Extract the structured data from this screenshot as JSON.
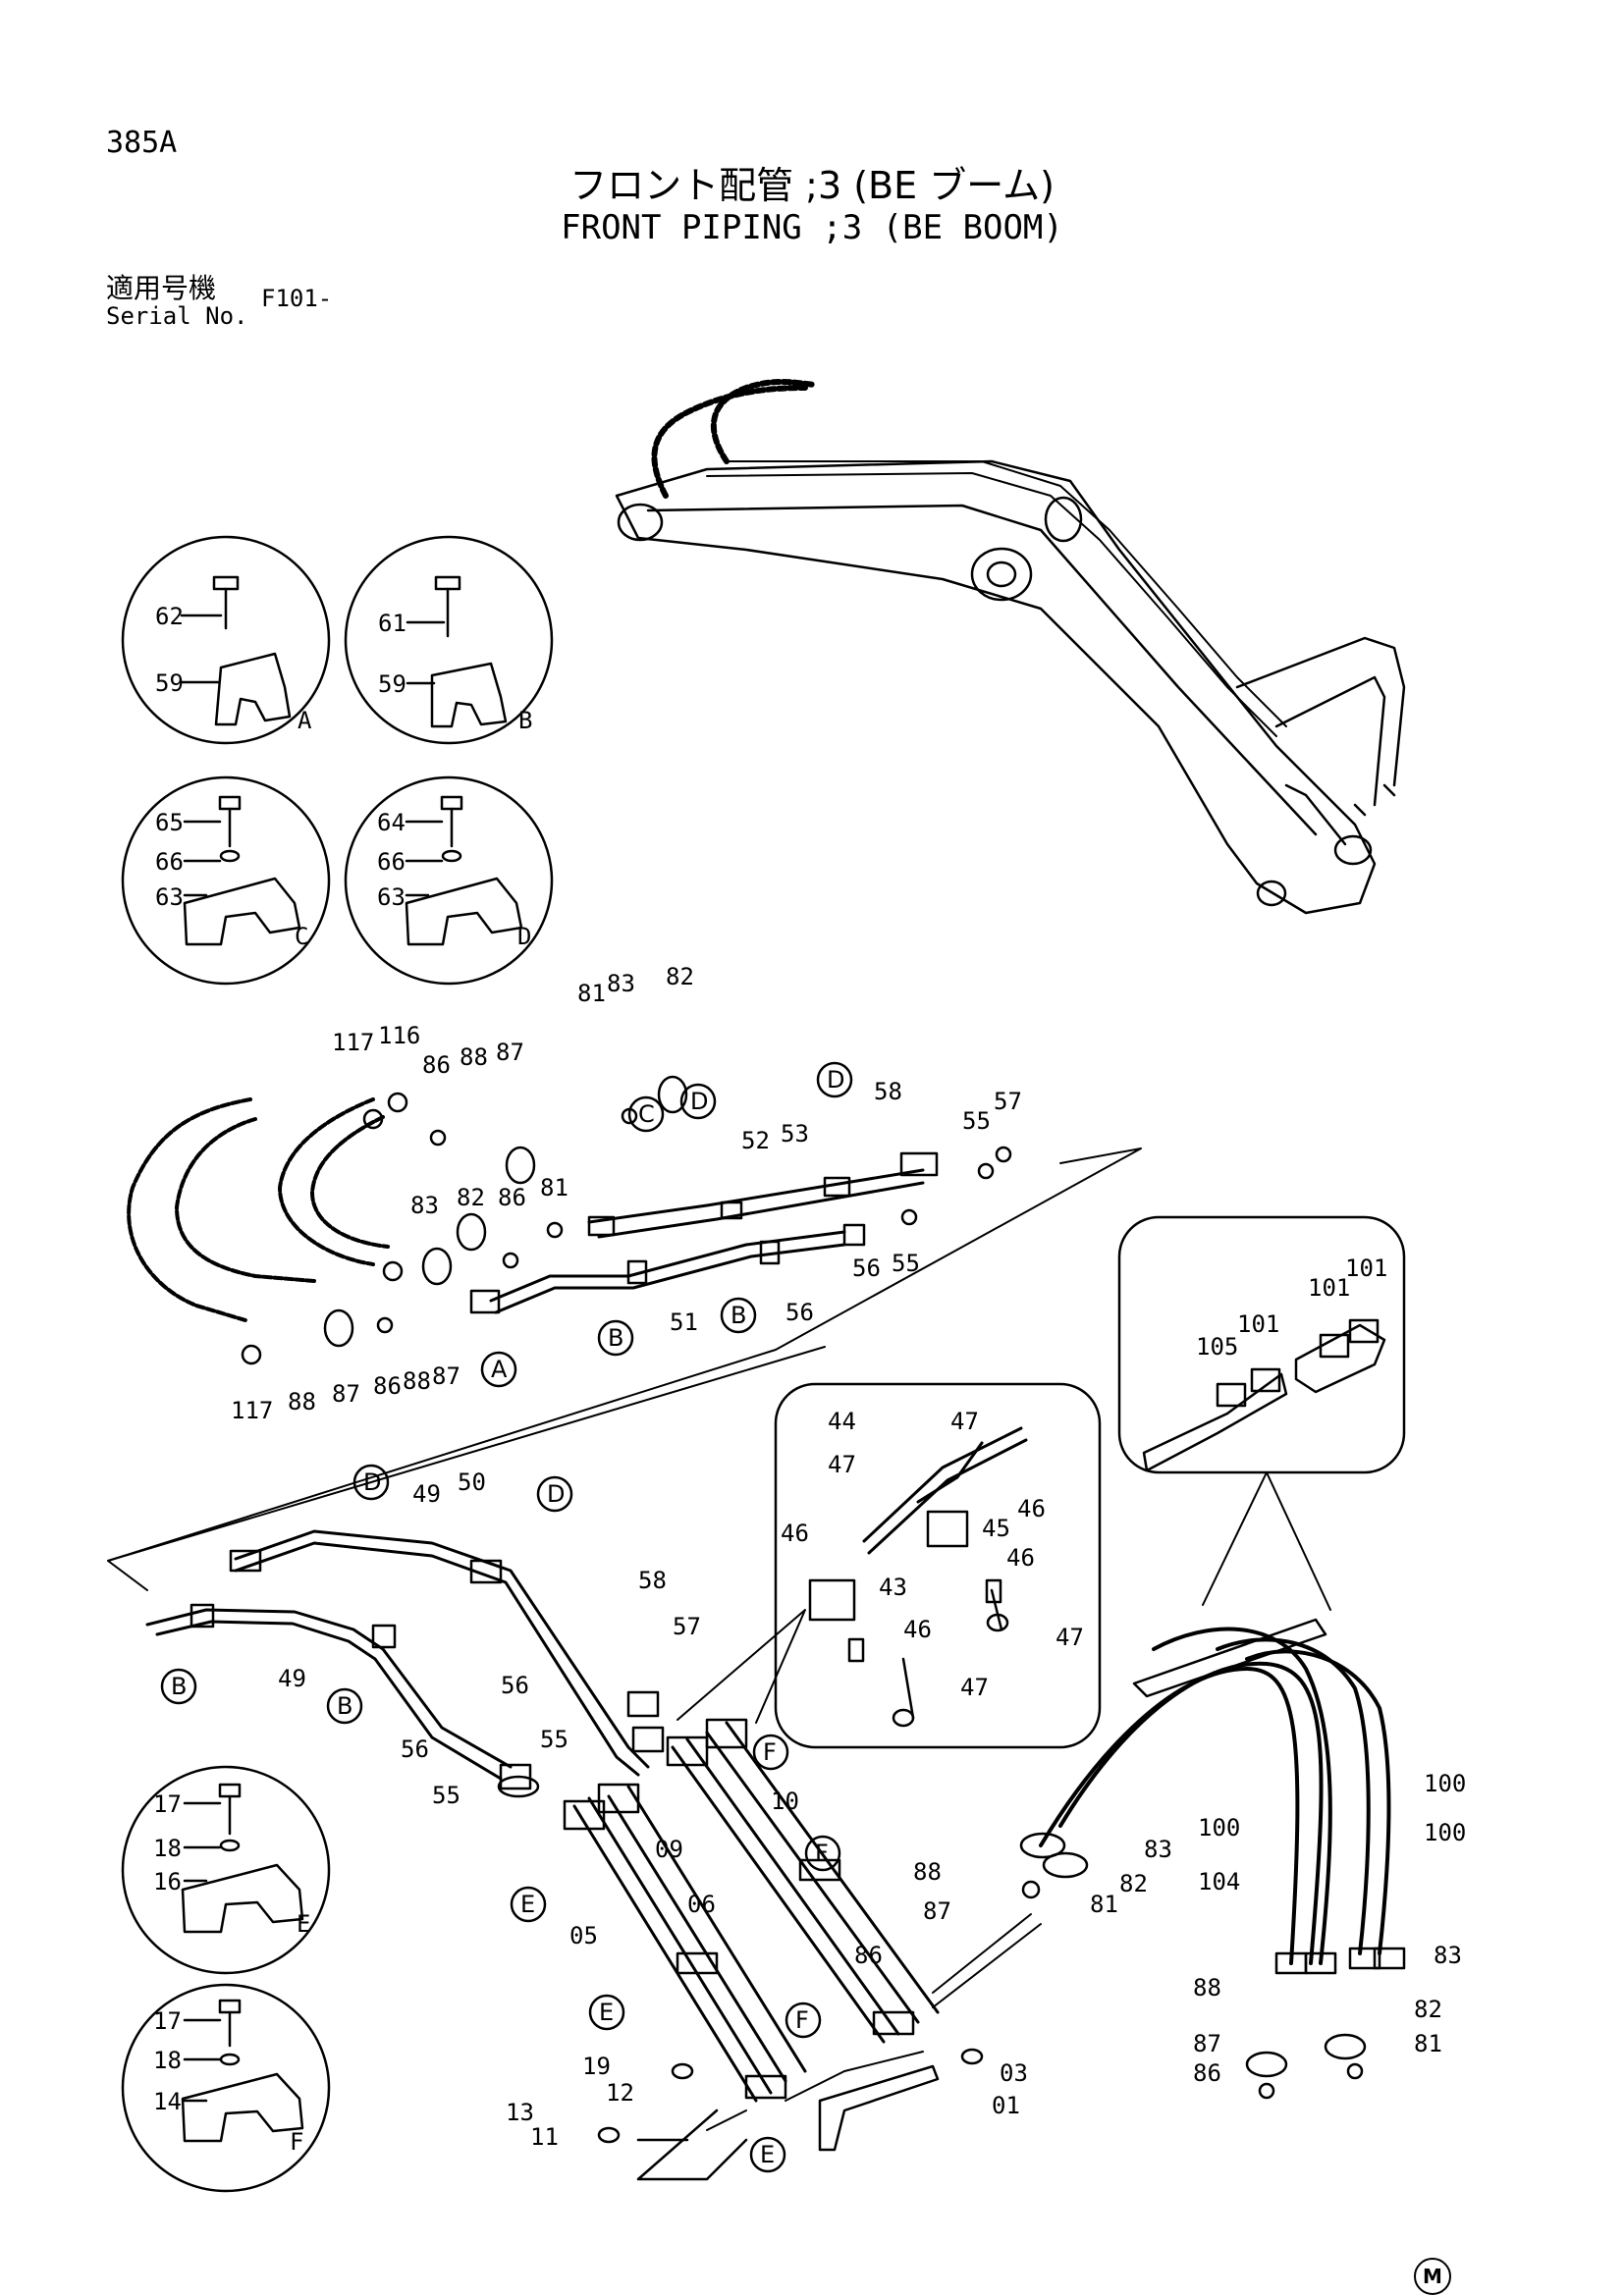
{
  "page_code": "385A",
  "title_jp": "フロント配管 ;3 (BE ブーム)",
  "title_en": "FRONT PIPING ;3 (BE BOOM)",
  "serial": {
    "label_jp": "適用号機",
    "label_en": "Serial No.",
    "value": "F101-"
  },
  "mark": "M",
  "detail_circles": [
    {
      "id": "A",
      "labels": [
        "62",
        "59"
      ]
    },
    {
      "id": "B",
      "labels": [
        "61",
        "59"
      ]
    },
    {
      "id": "C",
      "labels": [
        "65",
        "66",
        "63"
      ]
    },
    {
      "id": "D",
      "labels": [
        "64",
        "66",
        "63"
      ]
    },
    {
      "id": "E",
      "labels": [
        "17",
        "18",
        "16"
      ]
    },
    {
      "id": "F",
      "labels": [
        "17",
        "18",
        "14"
      ]
    }
  ],
  "part_labels": {
    "p117a": "117",
    "p116": "116",
    "p86a": "86",
    "p88a": "88",
    "p87a": "87",
    "p81a": "81",
    "p83a": "83",
    "p82a": "82",
    "p58a": "58",
    "p55a": "55",
    "p57a": "57",
    "p52": "52",
    "p53": "53",
    "p83b": "83",
    "p82b": "82",
    "p86b": "86",
    "p81b": "81",
    "p56a": "56",
    "p55b": "55",
    "p51": "51",
    "p56b": "56",
    "p117b": "117",
    "p88b": "88",
    "p87b": "87",
    "p86c": "86",
    "p88c": "88",
    "p87c": "87",
    "p49a": "49",
    "p50": "50",
    "p49b": "49",
    "p58b": "58",
    "p57b": "57",
    "p56c": "56",
    "p55c": "55",
    "p56d": "56",
    "p55d": "55",
    "p44": "44",
    "p47a": "47",
    "p47b": "47",
    "p46a": "46",
    "p45": "45",
    "p46b": "46",
    "p46c": "46",
    "p43": "43",
    "p46d": "46",
    "p47c": "47",
    "p47d": "47",
    "p105": "105",
    "p101a": "101",
    "p101b": "101",
    "p101c": "101",
    "p10": "10",
    "p09": "09",
    "p06": "06",
    "p05": "05",
    "p88d": "88",
    "p83c": "83",
    "p87d": "87",
    "p82c": "82",
    "p81c": "81",
    "p86d": "86",
    "p19": "19",
    "p12": "12",
    "p13": "13",
    "p11": "11",
    "p03": "03",
    "p01": "01",
    "p100a": "100",
    "p100b": "100",
    "p100c": "100",
    "p104": "104",
    "p88e": "88",
    "p83d": "83",
    "p87e": "87",
    "p82d": "82",
    "p86e": "86",
    "p81d": "81"
  },
  "callouts": {
    "cA": "A",
    "cB1": "B",
    "cB2": "B",
    "cC": "C",
    "cD1": "D",
    "cD2": "D",
    "cD3": "D",
    "cD4": "D",
    "cB3": "B",
    "cB4": "B",
    "cF1": "F",
    "cF2": "F",
    "cF3": "F",
    "cE1": "E",
    "cE2": "E",
    "cE3": "E"
  }
}
